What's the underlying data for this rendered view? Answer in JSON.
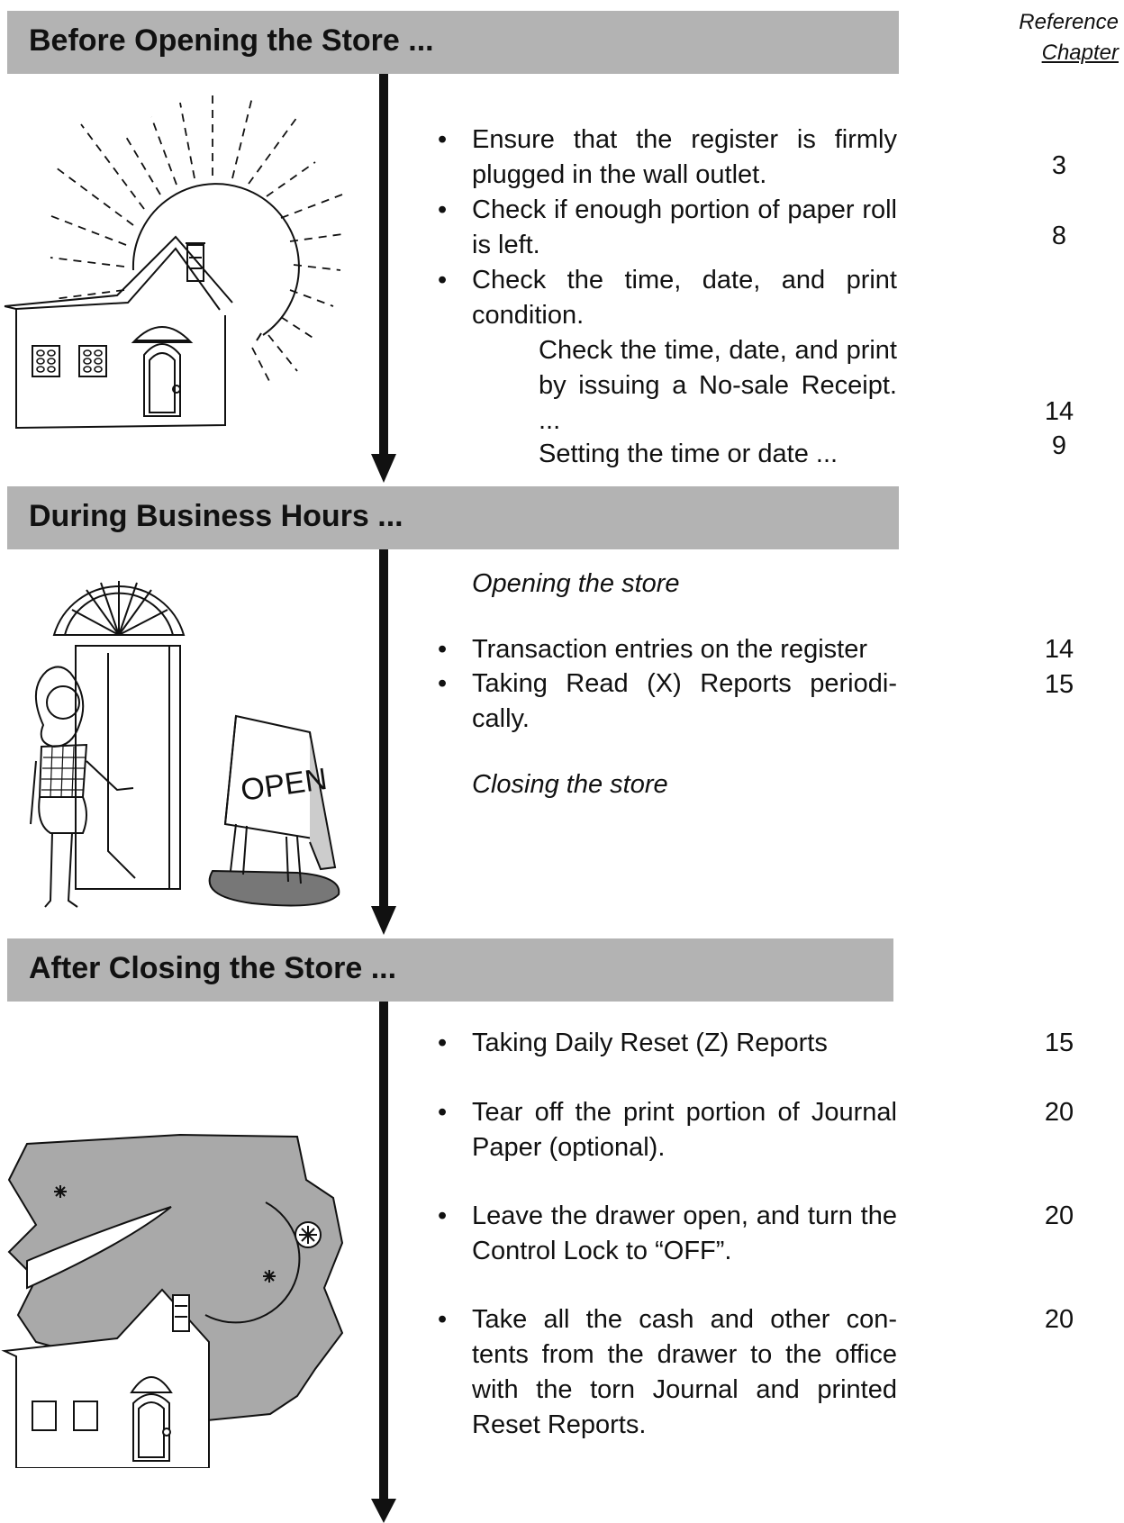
{
  "reference_header": {
    "line1": "Reference",
    "line2": "Chapter"
  },
  "sections": [
    {
      "title": "Before Opening the Store ..."
    },
    {
      "title": "During Business Hours ..."
    },
    {
      "title": "After Closing the Store ..."
    }
  ],
  "before": {
    "item1": "Ensure that the register is firmly plugged in the wall outlet.",
    "item1_ref": "3",
    "item2": "Check if enough portion of paper roll is left.",
    "item2_ref": "8",
    "item3": "Check the time, date, and print condition.",
    "sub1": "Check the time, date, and print by issuing a No-sale Receipt. ...",
    "sub1_ref": "14",
    "sub2": "Setting the time or date ...",
    "sub2_ref": "9"
  },
  "during": {
    "opening": "Opening the store",
    "item1": "Transaction entries on the register",
    "item1_ref": "14",
    "item2": "Taking Read (X) Reports periodi-cally.",
    "item2_ref": "15",
    "closing": "Closing the store",
    "sign_text": "OPEN"
  },
  "after": {
    "item1": "Taking Daily Reset (Z) Reports",
    "item1_ref": "15",
    "item2": "Tear off the print portion of Journal Paper (optional).",
    "item2_ref": "20",
    "item3": "Leave the drawer open, and turn the Control Lock to “OFF”.",
    "item3_ref": "20",
    "item4": "Take all the cash and other con-tents from the drawer to the office with the torn Journal and printed Reset Reports.",
    "item4_ref": "20"
  }
}
